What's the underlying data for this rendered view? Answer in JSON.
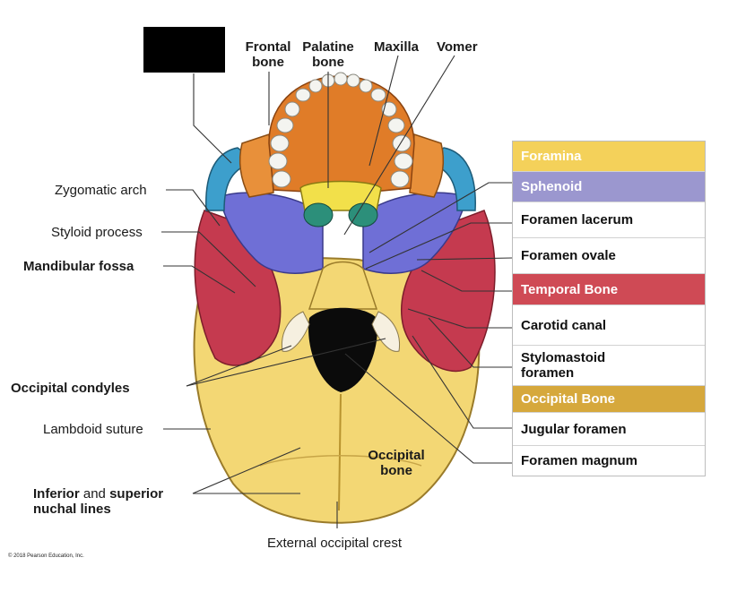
{
  "labels": {
    "frontal_bone": [
      "Frontal",
      "bone"
    ],
    "palatine_bone": [
      "Palatine",
      "bone"
    ],
    "maxilla": "Maxilla",
    "vomer": "Vomer",
    "zygomatic_arch": "Zygomatic arch",
    "styloid_process": "Styloid process",
    "mandibular_fossa": "Mandibular fossa",
    "occipital_condyles": "Occipital condyles",
    "lambdoid_suture": "Lambdoid suture",
    "nuchal_lines": {
      "w1": "Inferior",
      "w2": " and ",
      "w3": "superior",
      "w4": "nuchal lines"
    },
    "occipital_bone": [
      "Occipital",
      "bone"
    ],
    "external_occipital_crest": "External occipital crest"
  },
  "legend": [
    {
      "text": "Foramina",
      "kind": "header",
      "color": "#f4d15a"
    },
    {
      "text": "Sphenoid",
      "kind": "header",
      "color": "#9b97cf"
    },
    {
      "text": "Foramen lacerum",
      "kind": "item"
    },
    {
      "text": "Foramen ovale",
      "kind": "item"
    },
    {
      "text": "Temporal Bone",
      "kind": "header",
      "color": "#cf4a55"
    },
    {
      "text": "Carotid canal",
      "kind": "item"
    },
    {
      "text": "Stylomastoid foramen",
      "kind": "item"
    },
    {
      "text": "Occipital Bone",
      "kind": "header",
      "color": "#d6a83c"
    },
    {
      "text": "Jugular foramen",
      "kind": "item"
    },
    {
      "text": "Foramen magnum",
      "kind": "item"
    }
  ],
  "copyright": "© 2018 Pearson Education, Inc.",
  "colors": {
    "frontal": "#e8903a",
    "maxilla": "#e07c28",
    "palatine": "#f2e04a",
    "zygomatic": "#3d9fcc",
    "sphenoid": "#6f6fd6",
    "temporal": "#c53a4f",
    "occipital": "#f3d774",
    "vomer": "#2c8f7a"
  }
}
